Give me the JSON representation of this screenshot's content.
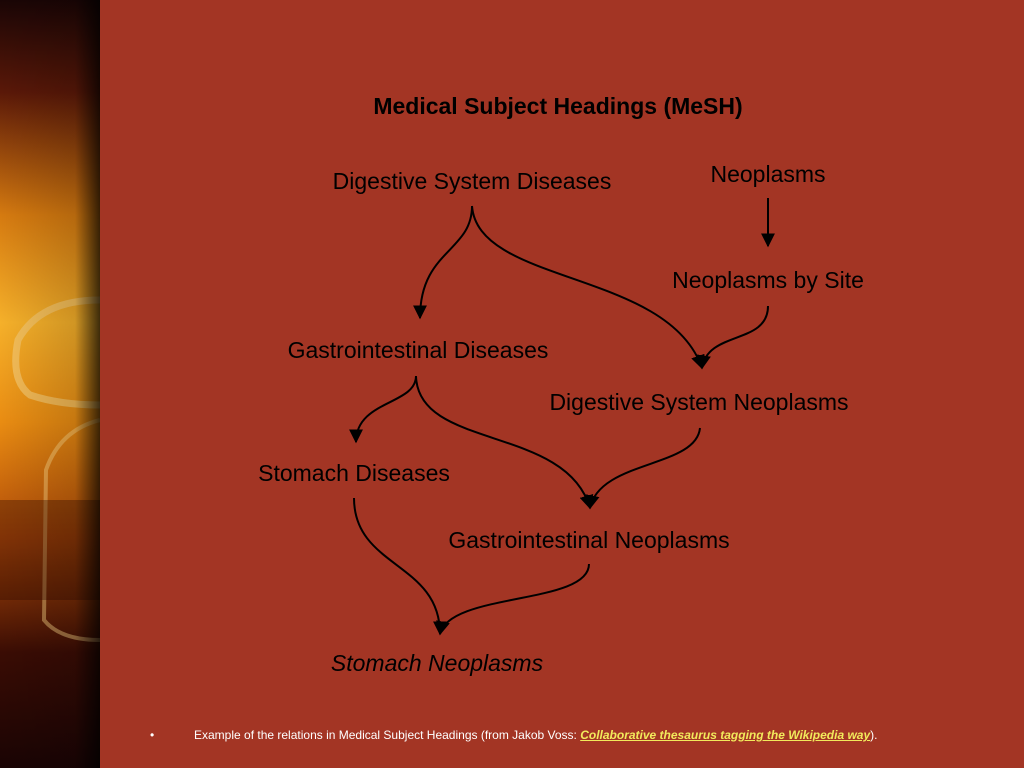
{
  "title": "Medical Subject Headings (MeSH)",
  "nodes": {
    "digestive_system_diseases": "Digestive System Diseases",
    "neoplasms": "Neoplasms",
    "neoplasms_by_site": "Neoplasms by Site",
    "gastrointestinal_diseases": "Gastrointestinal Diseases",
    "digestive_system_neoplasms": "Digestive System Neoplasms",
    "stomach_diseases": "Stomach Diseases",
    "gastrointestinal_neoplasms": "Gastrointestinal Neoplasms",
    "stomach_neoplasms": "Stomach Neoplasms"
  },
  "edges": [
    [
      "digestive_system_diseases",
      "gastrointestinal_diseases"
    ],
    [
      "digestive_system_diseases",
      "digestive_system_neoplasms"
    ],
    [
      "neoplasms",
      "neoplasms_by_site"
    ],
    [
      "neoplasms_by_site",
      "digestive_system_neoplasms"
    ],
    [
      "gastrointestinal_diseases",
      "stomach_diseases"
    ],
    [
      "gastrointestinal_diseases",
      "gastrointestinal_neoplasms"
    ],
    [
      "digestive_system_neoplasms",
      "gastrointestinal_neoplasms"
    ],
    [
      "stomach_diseases",
      "stomach_neoplasms"
    ],
    [
      "gastrointestinal_neoplasms",
      "stomach_neoplasms"
    ]
  ],
  "caption": {
    "bullet": "•",
    "text": "Example of the relations in Medical Subject Headings (from Jakob Voss: ",
    "link_text": "Collaborative thesaurus tagging the Wikipedia way",
    "suffix": ")."
  },
  "colors": {
    "background": "#a33524",
    "text": "#000000",
    "caption_text": "#ffffff",
    "link": "#f2ea5c"
  }
}
